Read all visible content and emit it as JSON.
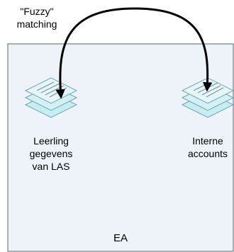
{
  "annotation": {
    "text": "\"Fuzzy\"\nmatching"
  },
  "container": {
    "label": "EA",
    "fill": "#edf3f8",
    "stroke": "#5a6470"
  },
  "nodes": [
    {
      "id": "left",
      "label": "Leerling\ngegevens\nvan LAS",
      "icon": "document-stack-icon"
    },
    {
      "id": "right",
      "label": "Interne\naccounts",
      "icon": "document-stack-icon"
    }
  ],
  "edge": {
    "from": "left",
    "to": "right",
    "style": "curved-double-arrow"
  }
}
